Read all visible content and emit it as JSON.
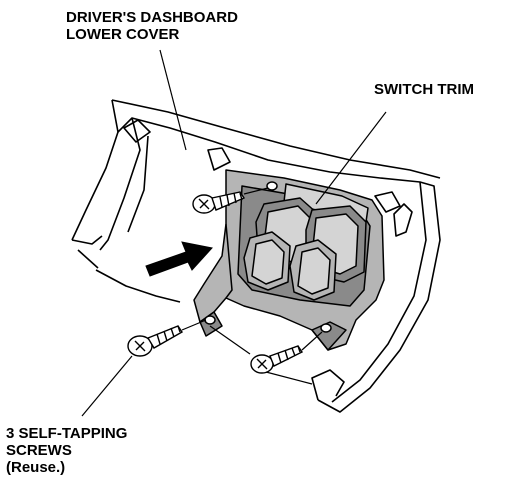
{
  "callouts": {
    "dashboard_cover": {
      "line1": "DRIVER'S DASHBOARD",
      "line2": "LOWER COVER"
    },
    "switch_trim": {
      "text": "SWITCH TRIM"
    },
    "screws": {
      "line1": "3 SELF-TAPPING",
      "line2": "SCREWS",
      "line3": "(Reuse.)"
    }
  },
  "colors": {
    "line": "#000000",
    "part_fill": "#b5b5b5",
    "part_dark": "#8a8a8a",
    "part_light": "#d4d4d4",
    "arrow": "#000000"
  }
}
